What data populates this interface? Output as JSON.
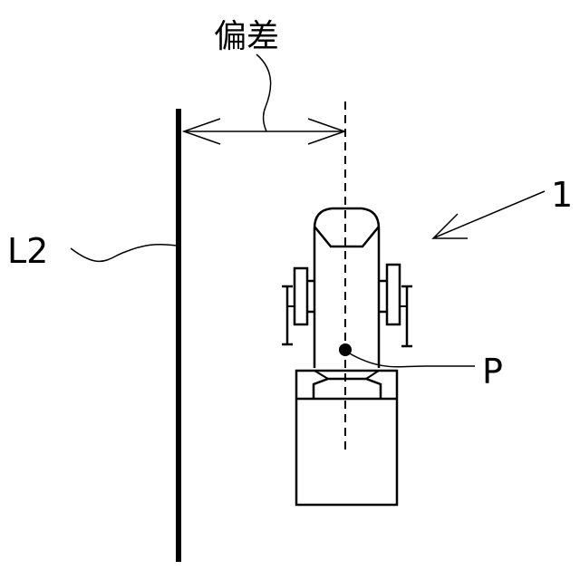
{
  "labels": {
    "deviation": "偏差",
    "boundary": "L2",
    "machine": "1",
    "point": "P"
  },
  "colors": {
    "ink": "#000000",
    "background": "#ffffff"
  }
}
